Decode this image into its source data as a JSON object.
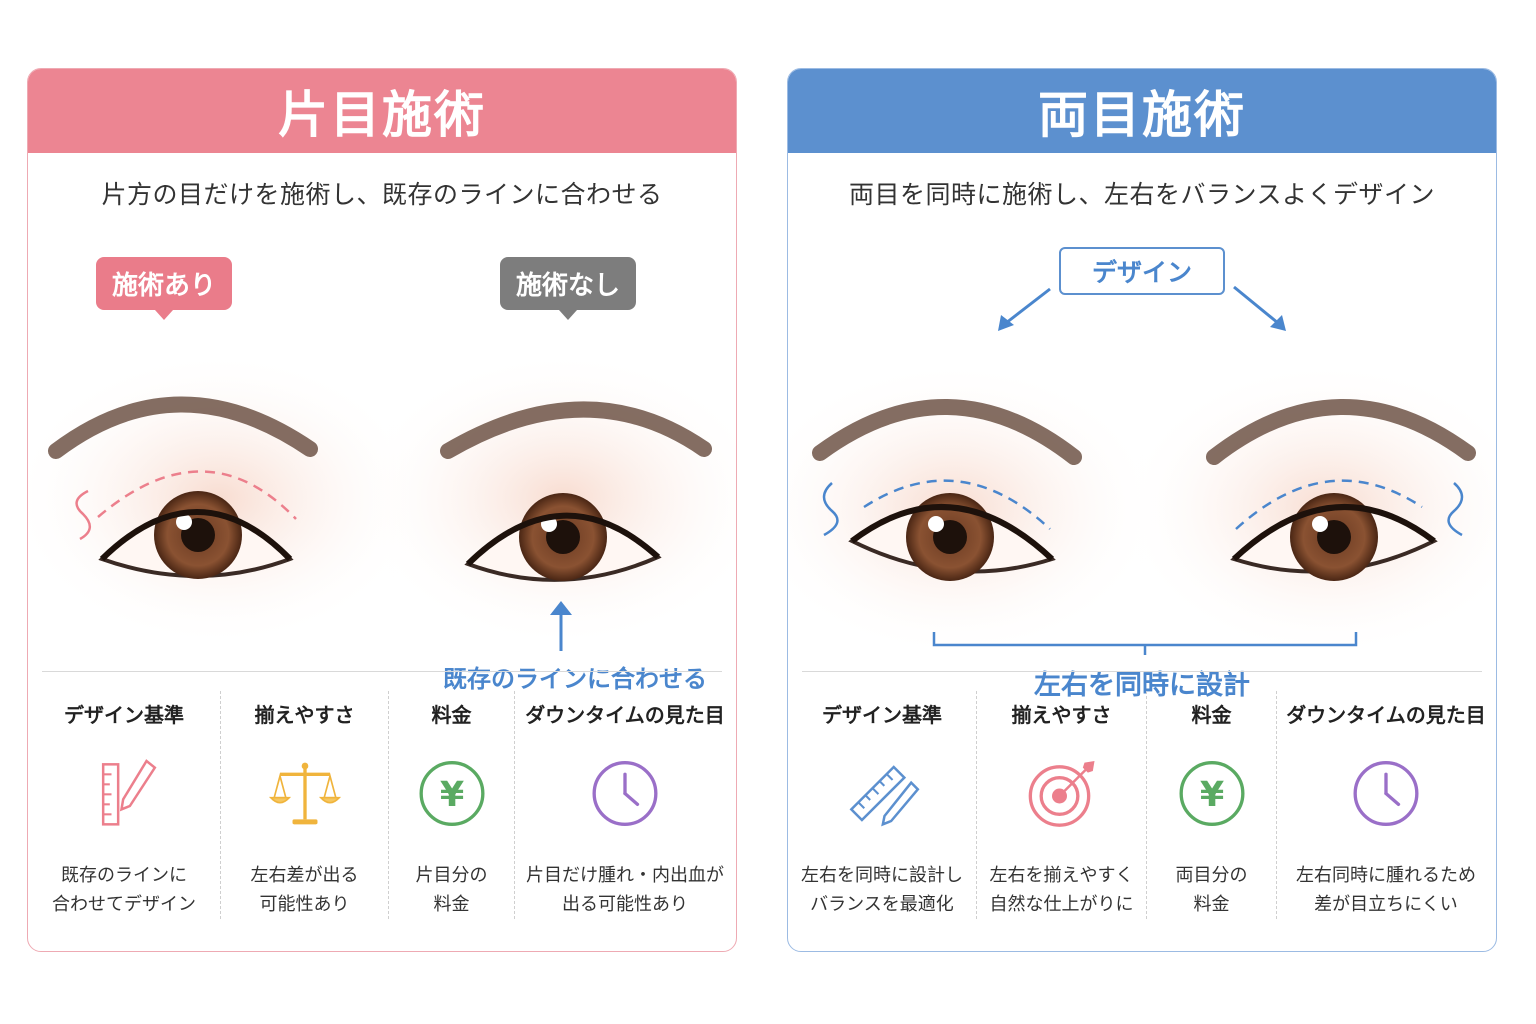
{
  "colors": {
    "left_accent": "#ec8592",
    "right_accent": "#5c90cf",
    "annotation_blue": "#4a86cd",
    "gray_label": "#7d7d7d"
  },
  "left_panel": {
    "title": "片目施術",
    "subtitle": "片方の目だけを施術し、既存のラインに合わせる",
    "label_with": "施術あり",
    "label_without": "施術なし",
    "annotation": "既存のラインに合わせる",
    "features": [
      {
        "title": "デザイン基準",
        "icon": "ruler-pencil-icon",
        "desc": [
          "既存のラインに",
          "合わせてデザイン"
        ]
      },
      {
        "title": "揃えやすさ",
        "icon": "balance-scale-icon",
        "desc": [
          "左右差が出る",
          "可能性あり"
        ]
      },
      {
        "title": "料金",
        "icon": "yen-icon",
        "desc": [
          "片目分の",
          "料金"
        ]
      },
      {
        "title": "ダウンタイムの見た目",
        "icon": "clock-icon",
        "desc": [
          "片目だけ腫れ・内出血が",
          "出る可能性あり"
        ]
      }
    ]
  },
  "right_panel": {
    "title": "両目施術",
    "subtitle": "両目を同時に施術し、左右をバランスよくデザイン",
    "design_label": "デザイン",
    "annotation": "左右を同時に設計",
    "features": [
      {
        "title": "デザイン基準",
        "icon": "ruler-pencil-icon",
        "desc": [
          "左右を同時に設計し",
          "バランスを最適化"
        ]
      },
      {
        "title": "揃えやすさ",
        "icon": "target-icon",
        "desc": [
          "左右を揃えやすく",
          "自然な仕上がりに"
        ]
      },
      {
        "title": "料金",
        "icon": "yen-icon",
        "desc": [
          "両目分の",
          "料金"
        ]
      },
      {
        "title": "ダウンタイムの見た目",
        "icon": "clock-icon",
        "desc": [
          "左右同時に腫れるため",
          "差が目立ちにくい"
        ]
      }
    ]
  },
  "yen_symbol": "¥"
}
